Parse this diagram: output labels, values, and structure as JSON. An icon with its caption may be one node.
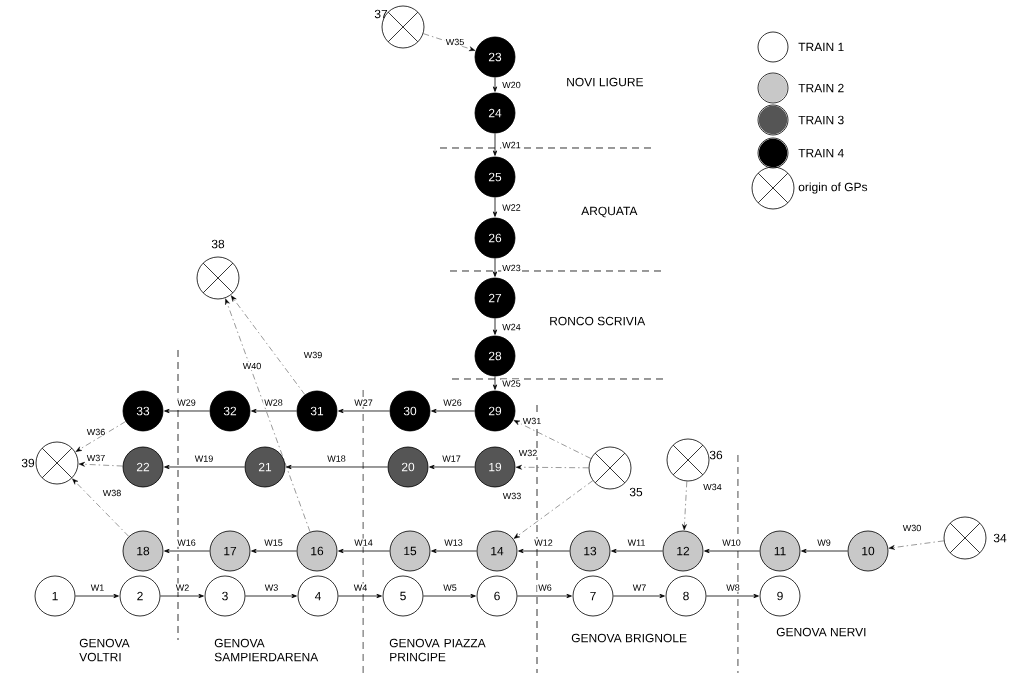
{
  "diagram": {
    "nodes": [
      {
        "text": [
          "1"
        ]
      },
      {
        "text": [
          "2"
        ]
      },
      {
        "text": [
          "3"
        ]
      },
      {
        "text": [
          "4"
        ]
      },
      {
        "text": [
          "5"
        ]
      },
      {
        "text": [
          "6"
        ]
      },
      {
        "text": [
          "7"
        ]
      },
      {
        "text": [
          "8"
        ]
      },
      {
        "text": [
          "9"
        ]
      },
      {
        "text": [
          "10"
        ]
      },
      {
        "text": [
          "11"
        ]
      },
      {
        "text": [
          "12"
        ]
      },
      {
        "text": [
          "13"
        ]
      },
      {
        "text": [
          "14"
        ]
      },
      {
        "text": [
          "15"
        ]
      },
      {
        "text": [
          "16"
        ]
      },
      {
        "text": [
          "17"
        ]
      },
      {
        "text": [
          "18"
        ]
      },
      {
        "text": [
          "19"
        ]
      },
      {
        "text": [
          "20"
        ]
      },
      {
        "text": [
          "21"
        ]
      },
      {
        "text": [
          "22"
        ]
      },
      {
        "text": [
          "23"
        ]
      },
      {
        "text": [
          "24"
        ]
      },
      {
        "text": [
          "25"
        ]
      },
      {
        "text": [
          "26"
        ]
      },
      {
        "text": [
          "27"
        ]
      },
      {
        "text": [
          "28"
        ]
      },
      {
        "text": [
          "29"
        ]
      },
      {
        "text": [
          "30"
        ]
      },
      {
        "text": [
          "31"
        ]
      },
      {
        "text": [
          "32"
        ]
      },
      {
        "text": [
          "33"
        ]
      },
      {
        "text": [],
        "shape": "circle",
        "beside": [
          "34"
        ]
      },
      {
        "text": [],
        "shape": "circle",
        "beside": [
          "35"
        ]
      },
      {
        "text": [],
        "shape": "circle",
        "beside": [
          "36"
        ]
      },
      {
        "text": [],
        "shape": "circle",
        "beside": [
          "37"
        ]
      },
      {
        "text": [],
        "shape": "circle",
        "beside": [
          "38"
        ]
      },
      {
        "text": [],
        "shape": "circle",
        "beside": [
          "39"
        ]
      }
    ],
    "edges": [
      {
        "from": 0,
        "to": 1,
        "arrow": "to",
        "label": "W1"
      },
      {
        "from": 1,
        "to": 2,
        "arrow": "to",
        "label": "W2"
      },
      {
        "from": 2,
        "to": 3,
        "arrow": "to",
        "label": "W3"
      },
      {
        "from": 3,
        "to": 4,
        "arrow": "to",
        "label": "W4"
      },
      {
        "from": 4,
        "to": 5,
        "arrow": "to",
        "label": "W5"
      },
      {
        "from": 5,
        "to": 6,
        "arrow": "to",
        "label": "W6"
      },
      {
        "from": 6,
        "to": 7,
        "arrow": "to",
        "label": "W7"
      },
      {
        "from": 7,
        "to": 8,
        "arrow": "to",
        "label": "W8"
      },
      {
        "from": 9,
        "to": 10,
        "arrow": "to",
        "label": "W9"
      },
      {
        "from": 10,
        "to": 11,
        "arrow": "to",
        "label": "W10"
      },
      {
        "from": 11,
        "to": 12,
        "arrow": "to",
        "label": "W11"
      },
      {
        "from": 12,
        "to": 13,
        "arrow": "to",
        "label": "W12"
      },
      {
        "from": 13,
        "to": 14,
        "arrow": "to",
        "label": "W13"
      },
      {
        "from": 14,
        "to": 15,
        "arrow": "to",
        "label": "W14"
      },
      {
        "from": 15,
        "to": 16,
        "arrow": "to",
        "label": "W15"
      },
      {
        "from": 16,
        "to": 17,
        "arrow": "to",
        "label": "W16"
      },
      {
        "from": 18,
        "to": 19,
        "arrow": "to",
        "label": "W17"
      },
      {
        "from": 19,
        "to": 20,
        "arrow": "to",
        "label": "W18"
      },
      {
        "from": 20,
        "to": 21,
        "arrow": "to",
        "label": "W19"
      },
      {
        "from": 22,
        "to": 23,
        "arrow": "to",
        "label": "W20"
      },
      {
        "from": 23,
        "to": 24,
        "arrow": "to",
        "label": "W21"
      },
      {
        "from": 24,
        "to": 25,
        "arrow": "to",
        "label": "W22"
      },
      {
        "from": 25,
        "to": 26,
        "arrow": "to",
        "label": "W23"
      },
      {
        "from": 26,
        "to": 27,
        "arrow": "to",
        "label": "W24"
      },
      {
        "from": 27,
        "to": 28,
        "arrow": "to",
        "label": "W25"
      },
      {
        "from": 28,
        "to": 29,
        "arrow": "to",
        "label": "W26"
      },
      {
        "from": 29,
        "to": 30,
        "arrow": "to",
        "label": "W27"
      },
      {
        "from": 30,
        "to": 31,
        "arrow": "to",
        "label": "W28"
      },
      {
        "from": 31,
        "to": 32,
        "arrow": "to",
        "label": "W29"
      },
      {
        "from": 33,
        "to": 9,
        "arrow": "to",
        "label": "W30",
        "style": "dashed"
      },
      {
        "from": 34,
        "to": 28,
        "arrow": "to",
        "label": "W31",
        "style": "dashed"
      },
      {
        "from": 34,
        "to": 18,
        "arrow": "to",
        "label": "W32",
        "style": "dashed"
      },
      {
        "from": 34,
        "to": 13,
        "arrow": "to",
        "label": "W33",
        "style": "dashed"
      },
      {
        "from": 35,
        "to": 11,
        "arrow": "to",
        "label": "W34",
        "style": "dashed"
      },
      {
        "from": 36,
        "to": 22,
        "arrow": "to",
        "label": "W35",
        "style": "dashed"
      },
      {
        "from": 32,
        "to": 38,
        "arrow": "to",
        "label": "W36",
        "style": "dashed"
      },
      {
        "from": 21,
        "to": 38,
        "arrow": "to",
        "label": "W37",
        "style": "dashed"
      },
      {
        "from": 17,
        "to": 38,
        "arrow": "to",
        "label": "W38",
        "style": "dashed"
      },
      {
        "from": 30,
        "to": 37,
        "arrow": "to",
        "label": "W39",
        "style": "dashed"
      },
      {
        "from": 15,
        "to": 37,
        "arrow": "to",
        "label": "W40",
        "style": "dashed"
      }
    ],
    "labels": [
      "NOVI LIGURE",
      "ARQUATA",
      "RONCO SCRIVIA",
      "GENOVA VOLTRI",
      "GENOVA SAMPIERDARENA",
      "GENOVA PIAZZA PRINCIPE",
      "GENOVA BRIGNOLE",
      "GENOVA NERVI"
    ],
    "legend": [
      {
        "text": "TRAIN 1"
      },
      {
        "text": "TRAIN 2",
        "color": "#c8c8c8"
      },
      {
        "text": "TRAIN 3",
        "color": "#555555"
      },
      {
        "text": "TRAIN 4",
        "color": "#000000"
      },
      {
        "text": "origin of GPs"
      }
    ]
  }
}
